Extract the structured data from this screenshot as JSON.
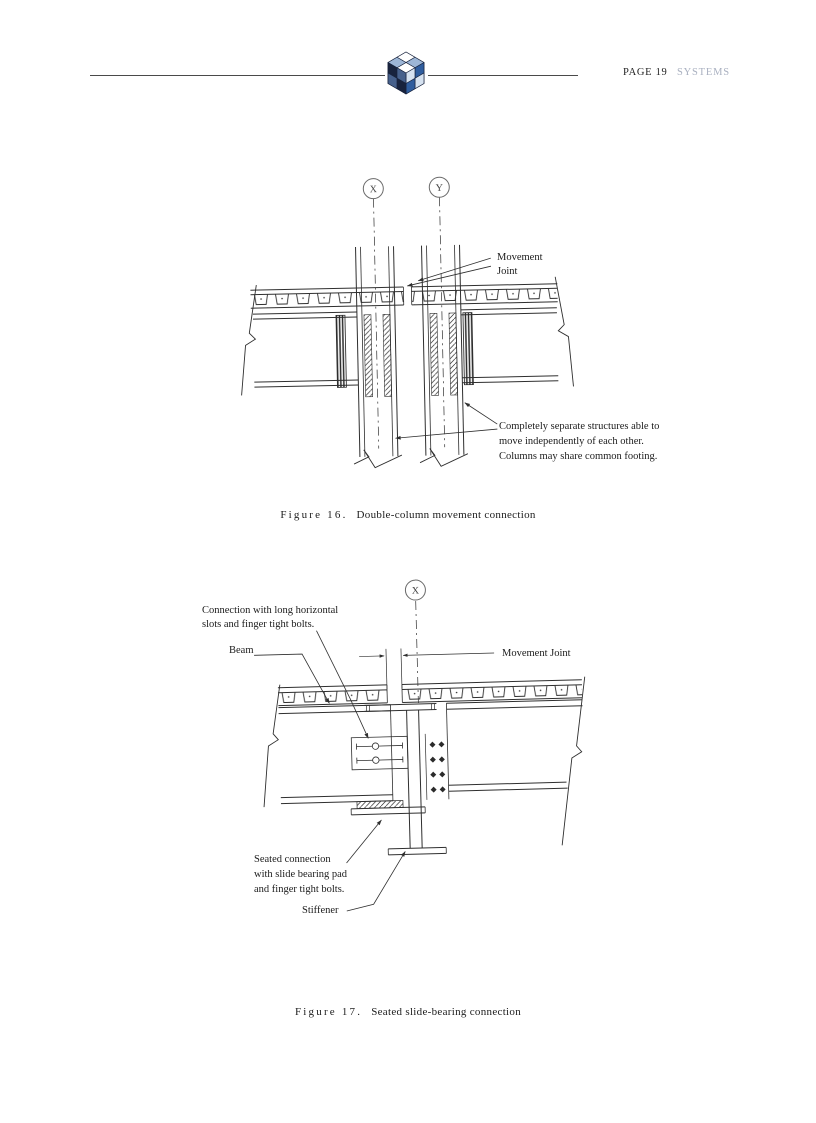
{
  "header": {
    "page_label": "PAGE 19",
    "section_label": "SYSTEMS"
  },
  "figure16": {
    "grid_bubbles": [
      {
        "label": "X"
      },
      {
        "label": "Y"
      }
    ],
    "movement_joint_label": [
      "Movement",
      "Joint"
    ],
    "note": [
      "Completely separate structures able to",
      "move independently of each other.",
      "Columns may share common footing."
    ],
    "caption": {
      "label": "Figure 16.",
      "title": "Double-column movement connection"
    }
  },
  "figure17": {
    "grid_bubble": {
      "label": "X"
    },
    "connection_note": [
      "Connection with long horizontal",
      "slots and finger tight bolts."
    ],
    "beam_label": "Beam",
    "movement_joint_label": "Movement Joint",
    "seated_note": [
      "Seated connection",
      "with slide bearing pad",
      "and finger tight bolts."
    ],
    "stiffener_label": "Stiffener",
    "caption": {
      "label": "Figure 17.",
      "title": "Seated slide-bearing connection"
    }
  }
}
